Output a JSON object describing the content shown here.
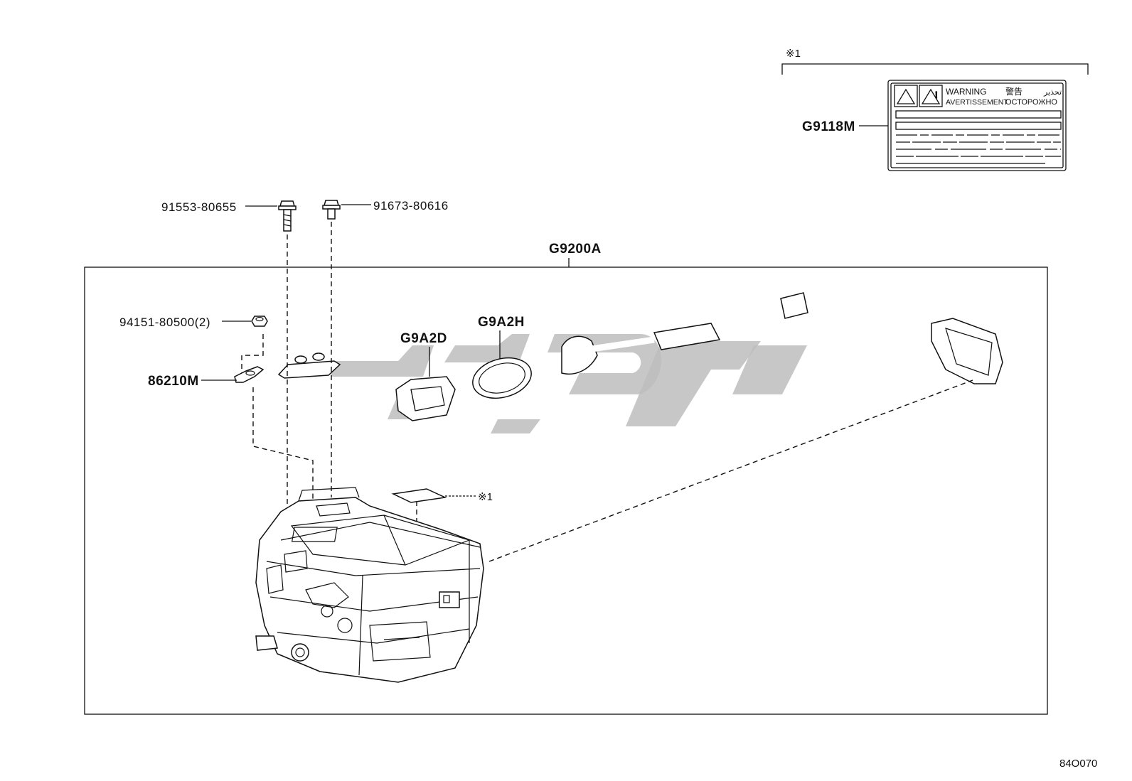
{
  "group": {
    "label": "G9200A"
  },
  "note_marker": "※1",
  "warning_label": {
    "part_no": "G9118M",
    "line1_en": "WARNING",
    "line2_fr": "AVERTISSEMENT",
    "line1_jp": "警告",
    "line2_ru": "ОСТОРОЖНО",
    "line1_ar": "تحذير"
  },
  "callouts": {
    "bolt_1": "91553-80655",
    "bolt_2": "91673-80616",
    "nut": "94151-80500(2)",
    "bracket": "86210M",
    "seal_d": "G9A2D",
    "seal_h": "G9A2H",
    "label_ref": "※1"
  },
  "diagram_code": "84O070",
  "watermark_icon": "watermark-logo"
}
